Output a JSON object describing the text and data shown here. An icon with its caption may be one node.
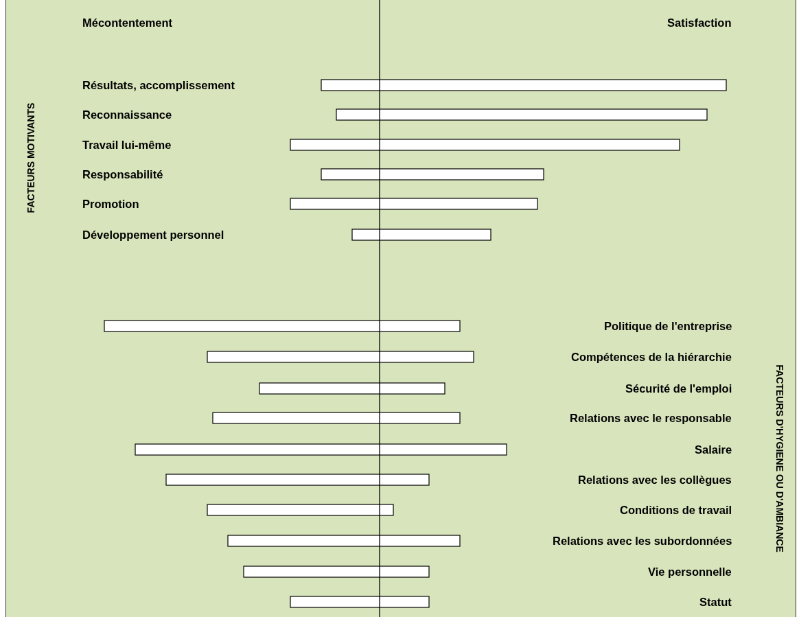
{
  "diagram": {
    "labels": [
      "Mécontentement",
      "Satisfaction",
      "FACTEURS MOTIVANTS",
      "Résultats, accomplissement",
      "Reconnaissance",
      "Travail lui-même",
      "Responsabilité",
      "Promotion",
      "Développement personnel",
      "Politique de l'entreprise",
      "Compétences de la hiérarchie",
      "Sécurité de l'emploi",
      "Relations avec le responsable",
      "Salaire",
      "Relations avec les collègues",
      "Conditions de travail",
      "Relations avec les subordonnées",
      "Vie personnelle",
      "Statut",
      "FACTEURS D'HYGIENE OU D'AMBIANCE"
    ]
  }
}
